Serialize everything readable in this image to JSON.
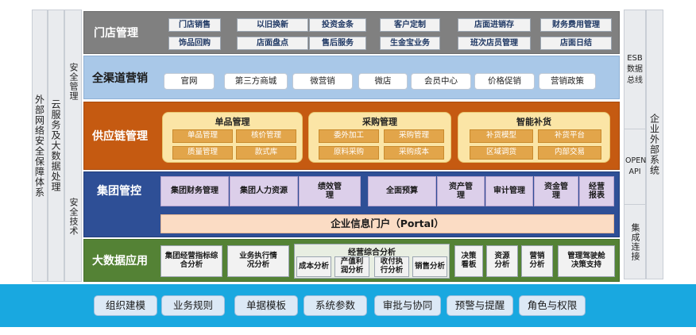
{
  "left_columns": {
    "col1": "外部网络安全保障体系",
    "col2": "云服务及大数据处理",
    "col3_top": "安全管理",
    "col3_bottom": "安全技术"
  },
  "right_columns": {
    "inner_top": "ESB数据总线",
    "inner_mid": "OPEN API",
    "inner_bottom": "集成连接",
    "outer": "企业外部系统"
  },
  "store": {
    "title": "门店管理",
    "row1": [
      "门店销售",
      "以旧换新",
      "投资金条",
      "客户定制",
      "店面进销存",
      "财务费用管理"
    ],
    "row2": [
      "饰品回购",
      "店面盘点",
      "售后服务",
      "生金宝业务",
      "班次店员管理",
      "店面日结"
    ]
  },
  "omni": {
    "title": "全渠道营销",
    "items": [
      "官网",
      "第三方商城",
      "微营销",
      "微店",
      "会员中心",
      "价格促销",
      "营销政策"
    ]
  },
  "supply": {
    "title": "供应链管理",
    "groups": [
      {
        "title": "单品管理",
        "items": [
          "单品管理",
          "核价管理",
          "质量管理",
          "款式库"
        ]
      },
      {
        "title": "采购管理",
        "items": [
          "委外加工",
          "采购管理",
          "原料采购",
          "采购成本"
        ]
      },
      {
        "title": "智能补货",
        "items": [
          "补货模型",
          "补货平台",
          "区域调货",
          "内部交易"
        ]
      }
    ]
  },
  "group": {
    "title": "集团管控",
    "items": [
      "集团财务管理",
      "集团人力资源",
      "绩效管理",
      "全面预算",
      "资产管理",
      "审计管理",
      "资金管理",
      "经营报表"
    ],
    "portal": "企业信息门户（Portal）"
  },
  "bigdata": {
    "title": "大数据应用",
    "b1": "集团经营指标综合分析",
    "b2": "业务执行情况分析",
    "header": "经营综合分析",
    "sub": [
      "成本分析",
      "产值利润分析",
      "收付执行分析",
      "销售分析"
    ],
    "b3": "决策看板",
    "b4": "资源分析",
    "b5": "营销分析",
    "b6": "管理驾驶舱决策支持"
  },
  "base": {
    "items": [
      "组织建模",
      "业务规则",
      "单据模板",
      "系统参数",
      "审批与协同",
      "预警与提醒",
      "角色与权限"
    ]
  },
  "colors": {
    "store": "#808080",
    "omni": "#a9c8e8",
    "supply": "#c55a11",
    "group": "#2e4f96",
    "bigdata": "#548235",
    "base": "#19a8e0",
    "side_column": "#e9ebee"
  }
}
